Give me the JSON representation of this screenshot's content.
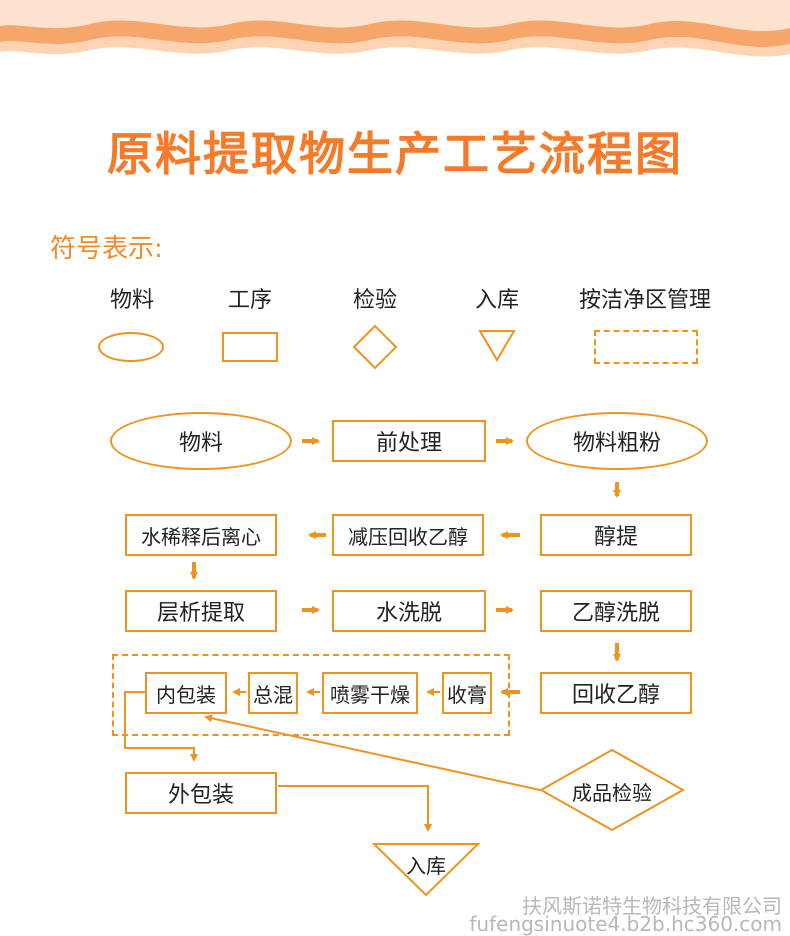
{
  "title": "原料提取物生产工艺流程图",
  "legend": {
    "heading": "符号表示:",
    "items": [
      {
        "label": "物料",
        "shape": "ellipse"
      },
      {
        "label": "工序",
        "shape": "rectangle"
      },
      {
        "label": "检验",
        "shape": "diamond"
      },
      {
        "label": "入库",
        "shape": "triangle"
      },
      {
        "label": "按洁净区管理",
        "shape": "dashed-rectangle"
      }
    ]
  },
  "nodes": {
    "material": "物料",
    "pretreatment": "前处理",
    "coarse_powder": "物料粗粉",
    "alcohol_extraction": "醇提",
    "vacuum_recovery": "减压回收乙醇",
    "water_dilution": "水稀释后离心",
    "chromatography": "层析提取",
    "water_wash": "水洗脱",
    "ethanol_elution": "乙醇洗脱",
    "ethanol_recovery": "回收乙醇",
    "concentrate": "收膏",
    "spray_dry": "喷雾干燥",
    "total_mix": "总混",
    "inner_pack": "内包装",
    "product_inspection": "成品检验",
    "outer_pack": "外包装",
    "warehouse": "入库"
  },
  "watermark": {
    "company": "扶风斯诺特生物科技有限公司",
    "url": "fufengsinuote4.b2b.hc360.com"
  },
  "colors": {
    "accent": "#f0921e",
    "title": "#f57a2a",
    "wave_dark": "#f7a56a",
    "wave_light": "#fcd3b3"
  }
}
